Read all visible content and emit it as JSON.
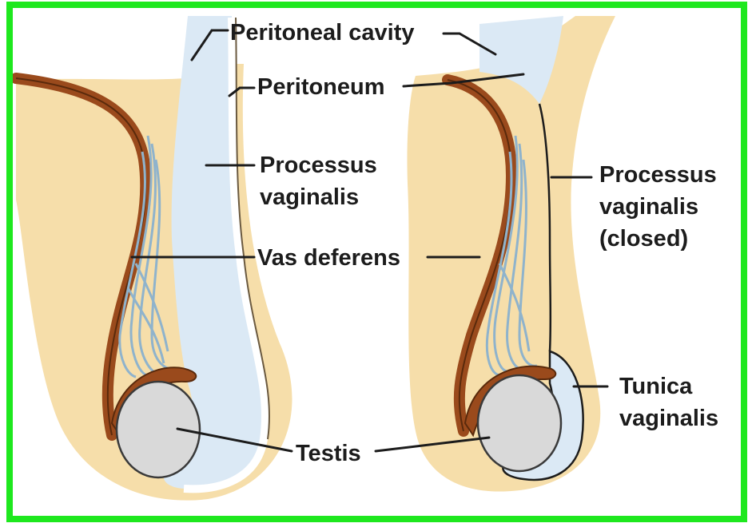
{
  "labels": {
    "peritoneal_cavity": "Peritoneal cavity",
    "peritoneum": "Peritoneum",
    "processus_vaginalis_line1": "Processus",
    "processus_vaginalis_line2": "vaginalis",
    "vas_deferens": "Vas deferens",
    "testis": "Testis",
    "processus_closed_line1": "Processus",
    "processus_closed_line2": "vaginalis",
    "processus_closed_line3": "(closed)",
    "tunica_vaginalis_line1": "Tunica",
    "tunica_vaginalis_line2": "vaginalis"
  },
  "colors": {
    "frame": "#1ee81e",
    "accent_bar": "#ff1a5b",
    "skin": "#f7e2b0",
    "cavity_fluid": "#dcecf7",
    "vas_deferens": "#9a4a1c",
    "testis": "#d9d9d9",
    "vessels": "#8fb3cc",
    "text": "#1c1c1c"
  }
}
